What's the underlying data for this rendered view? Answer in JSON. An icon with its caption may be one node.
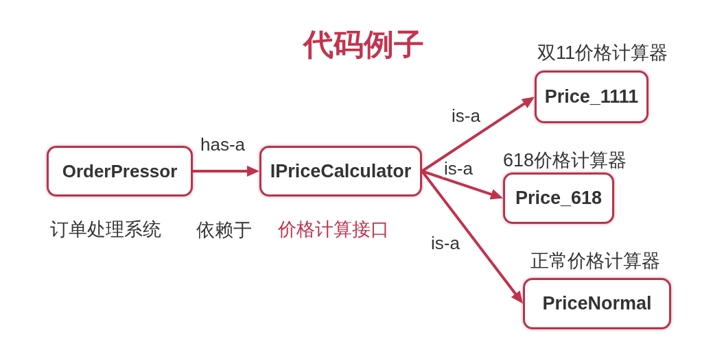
{
  "diagram": {
    "title": "代码例子",
    "nodes": [
      {
        "text": [
          "OrderPressor"
        ],
        "beside": [
          "订单处理系统"
        ]
      },
      {
        "text": [
          "IPriceCalculator"
        ],
        "beside": [
          "价格计算接口"
        ]
      },
      {
        "text": [
          "双11价格计算器",
          "Price_1111"
        ]
      },
      {
        "text": [
          "618价格计算器",
          "Price_618"
        ]
      },
      {
        "text": [
          "正常价格计算器",
          "PriceNormal"
        ]
      }
    ],
    "edges": [
      {
        "from": 0,
        "to": 1,
        "arrow": "to",
        "label": "has-a"
      },
      {
        "from": 1,
        "to": 2,
        "arrow": "to",
        "label": "is-a"
      },
      {
        "from": 1,
        "to": 3,
        "arrow": "to",
        "label": "is-a"
      },
      {
        "from": 1,
        "to": 4,
        "arrow": "to",
        "label": "is-a"
      }
    ],
    "labels": [
      "依赖于"
    ]
  }
}
